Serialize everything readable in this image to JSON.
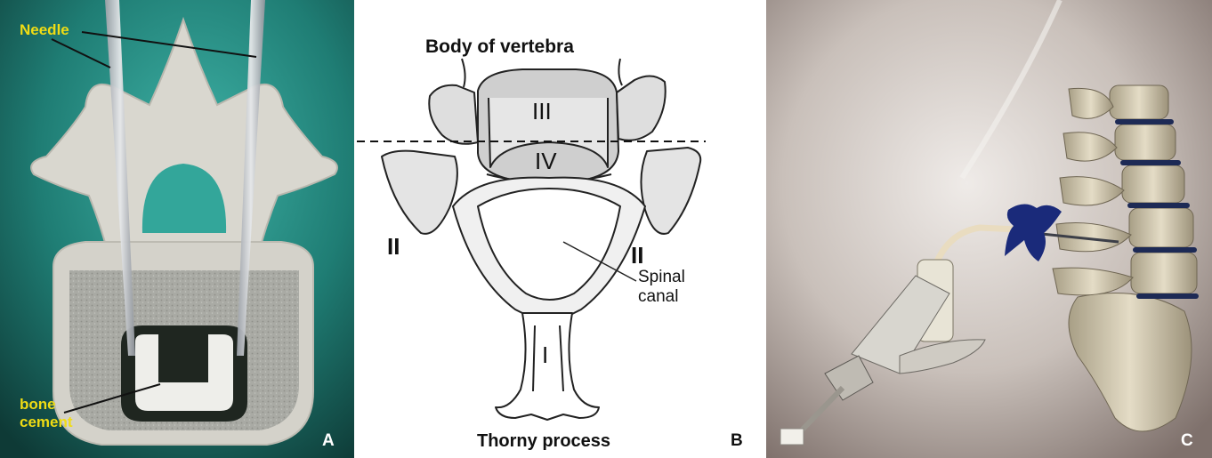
{
  "panels": [
    {
      "letter": "A",
      "labels": {
        "needle": "Needle",
        "bone_cement_1": "bone",
        "bone_cement_2": "cement"
      }
    },
    {
      "letter": "B",
      "labels": {
        "title": "Body of vertebra",
        "bottom": "Thorny process",
        "spinal_canal_1": "Spinal",
        "spinal_canal_2": "canal",
        "roman_III": "III",
        "roman_IV": "IV",
        "roman_II_left": "II",
        "roman_II_right": "II",
        "roman_I": "I"
      }
    },
    {
      "letter": "C",
      "labels": {}
    }
  ],
  "colors": {
    "panel_a_background": "#2a8f86",
    "bone": "#d9d7cf",
    "cement": "#eeeeea",
    "label_yellow": "#f0dc14",
    "panel_c_background": "#b8ada6"
  }
}
